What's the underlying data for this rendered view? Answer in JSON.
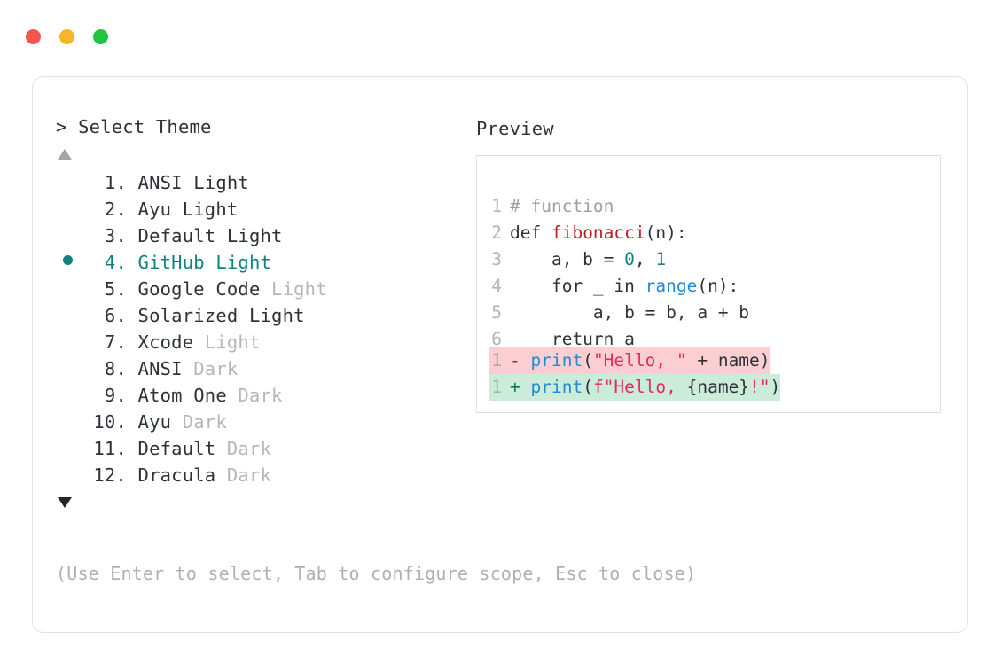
{
  "window": {
    "traffic_lights": [
      {
        "name": "close-button",
        "color": "#f5564e"
      },
      {
        "name": "minimize-button",
        "color": "#f7b42c"
      },
      {
        "name": "maximize-button",
        "color": "#22c442"
      }
    ]
  },
  "prompt": {
    "marker": ">",
    "title": "Select Theme",
    "scroll_up_icon": "scroll-up-arrow",
    "scroll_down_icon": "scroll-down-arrow"
  },
  "theme_list": {
    "selected_index": 4,
    "items": [
      {
        "index": "1.",
        "name": "ANSI Light",
        "variant": "",
        "selected": false
      },
      {
        "index": "2.",
        "name": "Ayu Light",
        "variant": "",
        "selected": false
      },
      {
        "index": "3.",
        "name": "Default Light",
        "variant": "",
        "selected": false
      },
      {
        "index": "4.",
        "name": "GitHub Light",
        "variant": "",
        "selected": true
      },
      {
        "index": "5.",
        "name": "Google Code",
        "variant": "Light",
        "selected": false
      },
      {
        "index": "6.",
        "name": "Solarized Light",
        "variant": "",
        "selected": false
      },
      {
        "index": "7.",
        "name": "Xcode",
        "variant": "Light",
        "selected": false
      },
      {
        "index": "8.",
        "name": "ANSI",
        "variant": "Dark",
        "selected": false
      },
      {
        "index": "9.",
        "name": "Atom One",
        "variant": "Dark",
        "selected": false
      },
      {
        "index": "10.",
        "name": "Ayu",
        "variant": "Dark",
        "selected": false
      },
      {
        "index": "11.",
        "name": "Default",
        "variant": "Dark",
        "selected": false
      },
      {
        "index": "12.",
        "name": "Dracula",
        "variant": "Dark",
        "selected": false
      }
    ]
  },
  "footer": {
    "hint": "(Use Enter to select, Tab to configure scope, Esc to close)"
  },
  "preview": {
    "header": "Preview",
    "code_lines": [
      {
        "num": "1",
        "tokens": [
          {
            "t": "# function",
            "c": "comment"
          }
        ]
      },
      {
        "num": "2",
        "tokens": [
          {
            "t": "def ",
            "c": "kw"
          },
          {
            "t": "fibonacci",
            "c": "fn"
          },
          {
            "t": "(n):",
            "c": "plain"
          }
        ]
      },
      {
        "num": "3",
        "tokens": [
          {
            "t": "    a, b = ",
            "c": "plain"
          },
          {
            "t": "0",
            "c": "num"
          },
          {
            "t": ", ",
            "c": "plain"
          },
          {
            "t": "1",
            "c": "num"
          }
        ]
      },
      {
        "num": "4",
        "tokens": [
          {
            "t": "    for _ in ",
            "c": "plain"
          },
          {
            "t": "range",
            "c": "builtin"
          },
          {
            "t": "(n):",
            "c": "plain"
          }
        ]
      },
      {
        "num": "5",
        "tokens": [
          {
            "t": "        a, b = b, a + b",
            "c": "plain"
          }
        ]
      },
      {
        "num": "6",
        "tokens": [
          {
            "t": "    return a",
            "c": "plain"
          }
        ]
      }
    ],
    "diff_lines": [
      {
        "num": "1",
        "kind": "del",
        "sign": "-",
        "tokens": [
          {
            "t": "print",
            "c": "call"
          },
          {
            "t": "(",
            "c": "plain"
          },
          {
            "t": "\"Hello, \"",
            "c": "str"
          },
          {
            "t": " + name)",
            "c": "plain"
          }
        ]
      },
      {
        "num": "1",
        "kind": "add",
        "sign": "+",
        "tokens": [
          {
            "t": "print",
            "c": "call"
          },
          {
            "t": "(",
            "c": "plain"
          },
          {
            "t": "f\"Hello, ",
            "c": "str"
          },
          {
            "t": "{name}",
            "c": "plain"
          },
          {
            "t": "!\"",
            "c": "str"
          },
          {
            "t": ")",
            "c": "plain"
          }
        ]
      }
    ]
  },
  "colors": {
    "accent_teal": "#11817f",
    "text": "#2e3238",
    "muted": "#b6b6ba",
    "diff_del_bg": "#fbcfd2",
    "diff_add_bg": "#cbecd8",
    "border": "#e3e3e5"
  }
}
